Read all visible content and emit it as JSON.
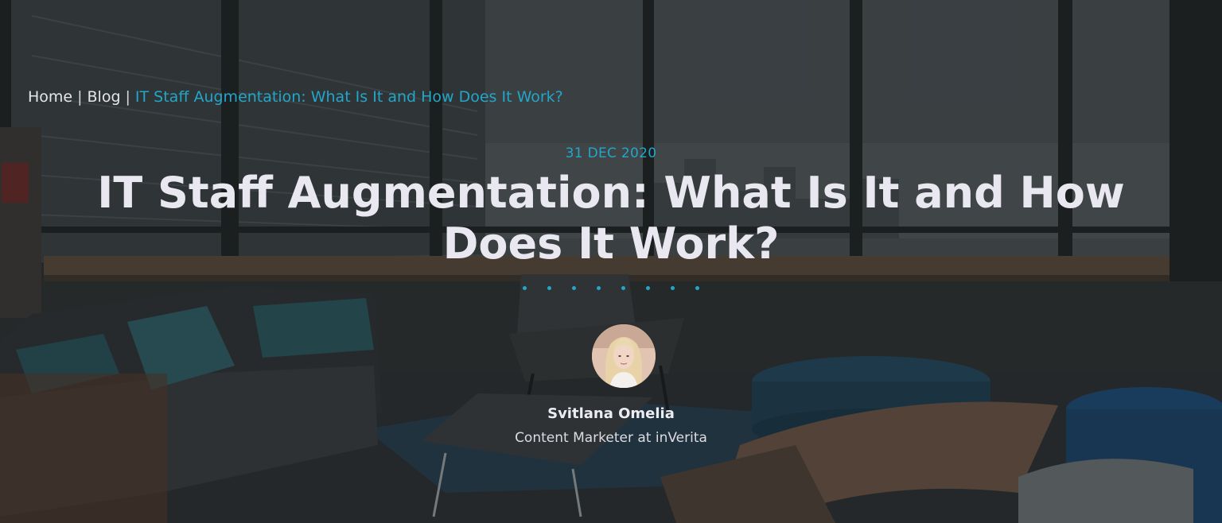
{
  "breadcrumb": {
    "home": "Home",
    "blog": "Blog",
    "separator": "|",
    "current": "IT Staff Augmentation: What Is It and How Does It Work?"
  },
  "post": {
    "date": "31 DEC 2020",
    "title": "IT Staff Augmentation: What Is It and How Does It Work?"
  },
  "author": {
    "name": "Svitlana Omelia",
    "role": "Content Marketer at inVerita"
  },
  "colors": {
    "accent": "#23a6c8",
    "title": "#e9e8f0",
    "text": "#e6e6ea"
  }
}
